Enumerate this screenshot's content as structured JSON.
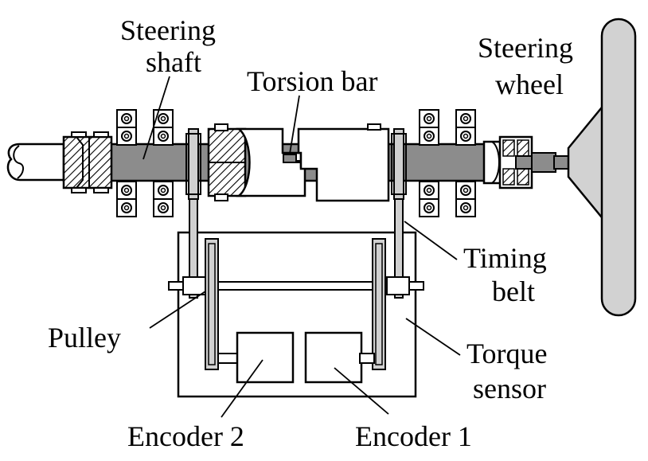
{
  "labels": {
    "steering_shaft_line1": "Steering",
    "steering_shaft_line2": "shaft",
    "torsion_bar": "Torsion bar",
    "steering_wheel_line1": "Steering",
    "steering_wheel_line2": "wheel",
    "timing_belt_line1": "Timing",
    "timing_belt_line2": "belt",
    "pulley": "Pulley",
    "torque_sensor_line1": "Torque",
    "torque_sensor_line2": "sensor",
    "encoder_2": "Encoder 2",
    "encoder_1": "Encoder 1"
  },
  "colors": {
    "shaft": "#8c8c8c",
    "wheel": "#d2d2d2",
    "outline": "#000000",
    "background": "#ffffff"
  }
}
